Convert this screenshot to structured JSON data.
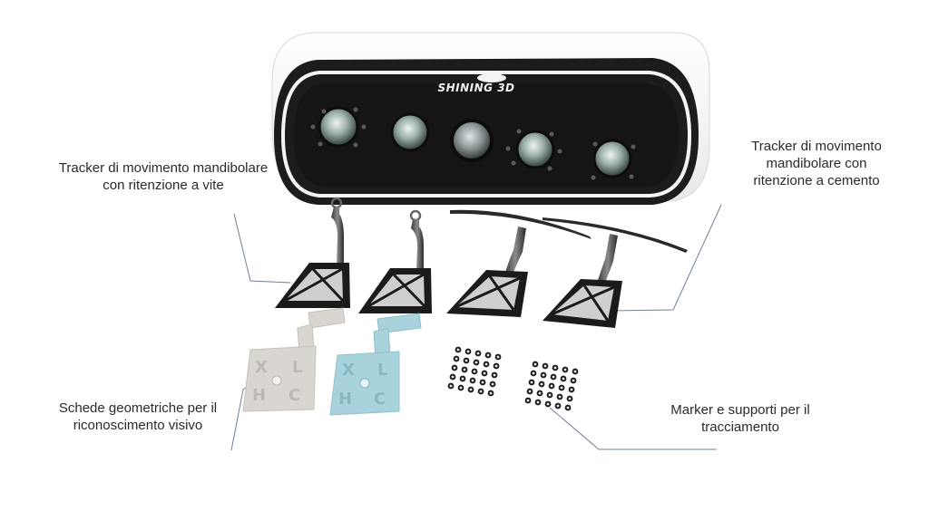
{
  "scanner": {
    "brand": "SHINING 3D"
  },
  "labels": {
    "screw_tracker": [
      "Tracker di movimento mandibolare",
      "con ritenzione a vite"
    ],
    "cement_tracker": [
      "Tracker di movimento",
      "mandibolare con",
      "ritenzione a cemento"
    ],
    "geometric_cards": [
      "Schede geometriche per il",
      "riconoscimento visivo"
    ],
    "markers": [
      "Marker e supporti per il",
      "tracciamento"
    ]
  },
  "cards": {
    "letters": [
      "X",
      "L",
      "H",
      "C"
    ]
  },
  "colors": {
    "leader_line": "#6f7f98",
    "scanner_body": "#1c1c1c",
    "card_gray": "#d9d6d2",
    "card_blue": "#a9d3dc"
  }
}
